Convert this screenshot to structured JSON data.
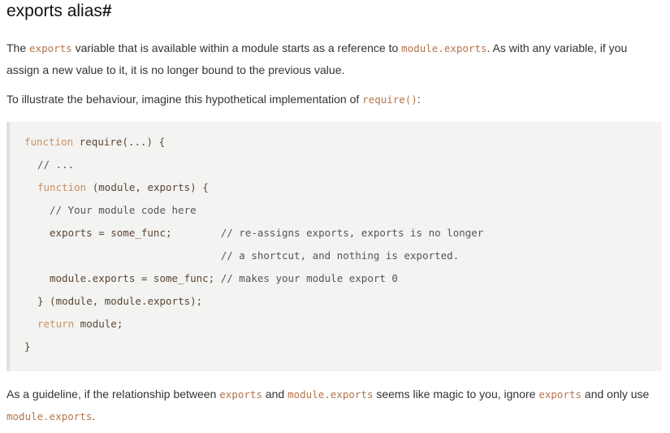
{
  "heading": {
    "title": "exports alias",
    "anchor": "#"
  },
  "p1": {
    "t1": "The ",
    "c1": "exports",
    "t2": " variable that is available within a module starts as a reference to ",
    "c2": "module.exports",
    "t3": ". As with any variable, if you assign a new value to it, it is no longer bound to the previous value."
  },
  "p2": {
    "t1": "To illustrate the behaviour, imagine this hypothetical implementation of ",
    "c1": "require()",
    "t2": ":"
  },
  "code": [
    {
      "kw": "function",
      "rest": " require(...) {",
      "cm": ""
    },
    {
      "kw": "",
      "rest": "",
      "cm": "// ..."
    },
    {
      "kw": "function",
      "rest": " (module, exports) {",
      "cm": ""
    },
    {
      "kw": "",
      "rest": "",
      "cm": "// Your module code here"
    },
    {
      "kw": "",
      "rest": "exports = some_func;        ",
      "cm": "// re-assigns exports, exports is no longer"
    },
    {
      "kw": "",
      "rest": "                            ",
      "cm": "// a shortcut, and nothing is exported."
    },
    {
      "kw": "",
      "rest": "module.exports = some_func; ",
      "cm": "// makes your module export 0"
    },
    {
      "kw": "",
      "rest": "} (module, module.exports);",
      "cm": ""
    },
    {
      "kw": "return",
      "rest": " module;",
      "cm": ""
    },
    {
      "kw": "",
      "rest": "}",
      "cm": ""
    }
  ],
  "p3": {
    "t1": "As a guideline, if the relationship between ",
    "c1": "exports",
    "t2": " and ",
    "c2": "module.exports",
    "t3": " seems like magic to you, ignore ",
    "c3": "exports",
    "t4": " and only use ",
    "c4": "module.exports",
    "t5": "."
  }
}
